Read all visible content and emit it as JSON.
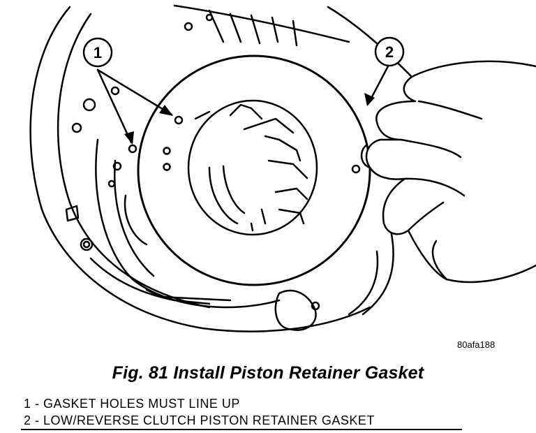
{
  "figure": {
    "callouts": [
      {
        "number": "1"
      },
      {
        "number": "2"
      }
    ],
    "ref_code": "80afa188"
  },
  "caption": "Fig. 81 Install Piston Retainer Gasket",
  "legend": [
    {
      "label": "1 - GASKET HOLES MUST LINE UP"
    },
    {
      "label": "2 - LOW/REVERSE CLUTCH PISTON RETAINER GASKET"
    }
  ]
}
